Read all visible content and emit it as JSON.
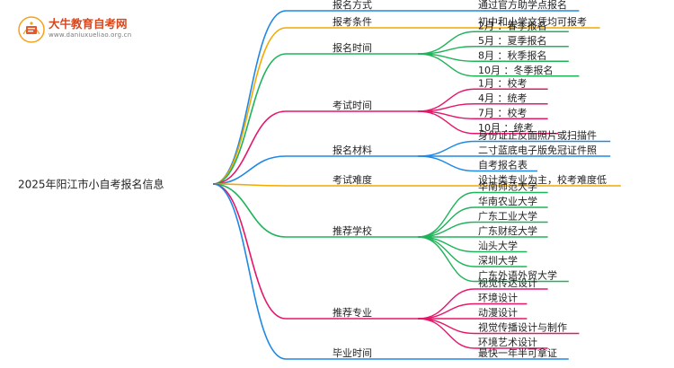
{
  "logo": {
    "title": "大牛教育自考网",
    "subtitle": "www.daniuxueliao.org.cn"
  },
  "root": "2025年阳江市小自考报名信息",
  "branches": [
    {
      "label": "报名方式",
      "color": "#1e88e5",
      "children": [
        "通过官方助学点报名"
      ]
    },
    {
      "label": "报考条件",
      "color": "#f2a900",
      "children": [
        "初中和小学文凭均可报考"
      ]
    },
    {
      "label": "报名时间",
      "color": "#1fb35a",
      "children": [
        "2月 ：春季报名",
        "5月 ：夏季报名",
        "8月 ：秋季报名",
        "10月 ：冬季报名"
      ]
    },
    {
      "label": "考试时间",
      "color": "#e6176b",
      "children": [
        "1月 ：校考",
        "4月 ：统考",
        "7月 ：校考",
        "10月 ：统考"
      ]
    },
    {
      "label": "报名材料",
      "color": "#1e88e5",
      "children": [
        "身份证正反面照片或扫描件",
        "二寸蓝底电子版免冠证件照",
        "自考报名表"
      ]
    },
    {
      "label": "考试难度",
      "color": "#f2a900",
      "children": [
        "设计类专业为主，校考难度低"
      ]
    },
    {
      "label": "推荐学校",
      "color": "#1fb35a",
      "children": [
        "华南师范大学",
        "华南农业大学",
        "广东工业大学",
        "广东财经大学",
        "汕头大学",
        "深圳大学",
        "广东外语外贸大学"
      ]
    },
    {
      "label": "推荐专业",
      "color": "#e6176b",
      "children": [
        "视觉传达设计",
        "环境设计",
        "动漫设计",
        "视觉传播设计与制作",
        "环境艺术设计"
      ]
    },
    {
      "label": "毕业时间",
      "color": "#1e88e5",
      "children": [
        "最快一年半可拿证"
      ]
    }
  ]
}
